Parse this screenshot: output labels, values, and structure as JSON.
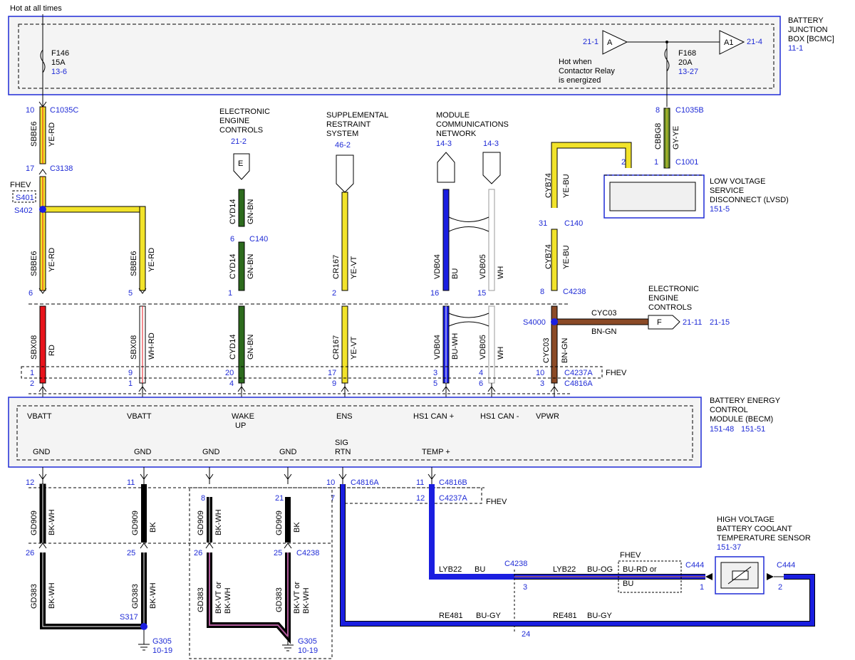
{
  "top_label": "Hot at all times",
  "bjb": {
    "title": [
      "BATTERY",
      "JUNCTION",
      "BOX [BCMC]"
    ],
    "ref": "11-1",
    "fuse1": {
      "name": "F146",
      "rating": "15A",
      "ref": "13-6"
    },
    "fuse2": {
      "name": "F168",
      "rating": "20A",
      "ref": "13-27"
    },
    "conn_a": {
      "left_ref": "21-1",
      "label": "A"
    },
    "conn_a1": {
      "label": "A1",
      "right_ref": "21-4"
    },
    "note": [
      "Hot when",
      "Contactor Relay",
      "is energized"
    ]
  },
  "connectors": {
    "c1035c_pin": "10",
    "c1035c": "C1035C",
    "c3138_pin": "17",
    "c3138": "C3138",
    "c1035b_pin": "8",
    "c1035b": "C1035B",
    "c1001_pin2": "2",
    "c1001_pin1": "1",
    "c1001": "C1001",
    "c140_pin_eec": "6",
    "c140": "C140",
    "c140_pin_31": "31",
    "c140b": "C140",
    "c4238_pin_8": "8",
    "c4238": "C4238",
    "s4000": "S4000",
    "fhev_a": "FHEV",
    "s401": "S401",
    "s402": "S402",
    "c4237a": "C4237A",
    "c4816a": "C4816A",
    "fhev_b": "FHEV",
    "c4816a_b": "C4816A",
    "c4816b": "C4816B",
    "c4237a_b": "C4237A",
    "fhev_c": "FHEV",
    "pin10_bot": "10",
    "pin7_bot": "7",
    "pin11_bot": "11",
    "pin12_bot": "12",
    "c4238_bot": "C4238",
    "c4238_bot_pin3": "3",
    "c444_left": "C444",
    "c444_left_pin": "1",
    "c444_right": "C444",
    "c444_right_pin": "2",
    "pin24": "24",
    "s317": "S317",
    "g305a": "G305",
    "g305a_ref": "10-19",
    "g305b": "G305",
    "g305b_ref": "10-19",
    "c4238_ground": "C4238"
  },
  "modules": {
    "eec_top": {
      "title": [
        "ELECTRONIC",
        "ENGINE",
        "CONTROLS"
      ],
      "ref": "21-2",
      "pin": "E"
    },
    "srs": {
      "title": [
        "SUPPLEMENTAL",
        "RESTRAINT",
        "SYSTEM"
      ],
      "ref": "46-2"
    },
    "mcn": {
      "title": [
        "MODULE",
        "COMMUNICATIONS",
        "NETWORK"
      ],
      "ref1": "14-3",
      "ref2": "14-3"
    },
    "lvsd": {
      "title": [
        "LOW VOLTAGE",
        "SERVICE",
        "DISCONNECT (LVSD)"
      ],
      "ref": "151-5"
    },
    "eec_right": {
      "title": [
        "ELECTRONIC",
        "ENGINE",
        "CONTROLS"
      ],
      "pin": "F",
      "ref1": "21-11",
      "ref2": "21-15"
    },
    "becm": {
      "title": [
        "BATTERY ENERGY",
        "CONTROL",
        "MODULE (BECM)"
      ],
      "ref1": "151-48",
      "ref2": "151-51"
    },
    "sensor": {
      "title": [
        "HIGH VOLTAGE",
        "BATTERY COOLANT",
        "TEMPERATURE SENSOR"
      ],
      "ref": "151-37"
    }
  },
  "becm_pins_top": [
    "VBATT",
    "VBATT",
    "WAKE",
    "UP",
    "ENS",
    "HS1 CAN +",
    "HS1 CAN -",
    "VPWR"
  ],
  "becm_pins_bottom": [
    "GND",
    "GND",
    "GND",
    "GND",
    "SIG",
    "RTN",
    "TEMP +"
  ],
  "wires": {
    "sbbe6_a": "SBBE6",
    "yerd_a": "YE-RD",
    "sbbe6_b": "SBBE6",
    "yerd_b": "YE-RD",
    "sbbe6_c": "SBBE6",
    "yerd_c": "YE-RD",
    "sbx08_a": "SBX08",
    "rd": "RD",
    "sbx08_b": "SBX08",
    "whrd": "WH-RD",
    "cyd14_a": "CYD14",
    "gnbn_a": "GN-BN",
    "cyd14_b": "CYD14",
    "gnbn_b": "GN-BN",
    "cyd14_c": "CYD14",
    "gnbn_c": "GN-BN",
    "cr167_a": "CR167",
    "yevt_a": "YE-VT",
    "cr167_b": "CR167",
    "yevt_b": "YE-VT",
    "vdb04_a": "VDB04",
    "bu": "BU",
    "vdb04_b": "VDB04",
    "buwh": "BU-WH",
    "vdb05_a": "VDB05",
    "wh_a": "WH",
    "vdb05_b": "VDB05",
    "wh_b": "WH",
    "cyb74_a": "CYB74",
    "yebu_a": "YE-BU",
    "cyb74_b": "CYB74",
    "yebu_b": "YE-BU",
    "cyc03_a": "CYC03",
    "bngn_a": "BN-GN",
    "cyc03_b": "CYC03",
    "bngn_b": "BN-GN",
    "cbbg8": "CBBG8",
    "gyye": "GY-YE",
    "gd909_a": "GD909",
    "bkwh_a": "BK-WH",
    "gd909_b": "GD909",
    "bk_b": "BK",
    "gd909_c": "GD909",
    "bkwh_c": "BK-WH",
    "gd909_d": "GD909",
    "bk_d": "BK",
    "gd383_a": "GD383",
    "bkwh_e": "BK-WH",
    "gd383_b": "GD383",
    "bkwh_f": "BK-WH",
    "gd383_c": "GD383",
    "bkvt_c1": "BK-VT or",
    "bkvt_c2": "BK-WH",
    "gd383_d": "GD383",
    "bkvt_d1": "BK-VT or",
    "bkvt_d2": "BK-WH",
    "lyb22_a": "LYB22",
    "bu_a": "BU",
    "lyb22_b": "LYB22",
    "buog": "BU-OG",
    "fhev_d": "FHEV",
    "burd": "BU-RD or",
    "bu_c": "BU",
    "re481_a": "RE481",
    "bugy_a": "BU-GY",
    "re481_b": "RE481",
    "bugy_b": "BU-GY"
  },
  "pins": {
    "p6": "6",
    "p5": "5",
    "p1_cyd": "1",
    "p2_cr": "2",
    "p16": "16",
    "p15": "15",
    "r1": "1",
    "r9": "9",
    "r20": "20",
    "r17": "17",
    "r3": "3",
    "r4": "4",
    "r10": "10",
    "b2": "2",
    "b1": "1",
    "b4": "4",
    "b9": "9",
    "b5": "5",
    "b6": "6",
    "b3": "3",
    "g12": "12",
    "g11": "11",
    "g8": "8",
    "g21": "21",
    "g26a": "26",
    "g25a": "25",
    "g26b": "26",
    "g25b": "25"
  },
  "colors": {
    "ye": "#f2e32a",
    "rd": "#e8141c",
    "gn": "#2d6b1d",
    "bu": "#1a1ee0",
    "bn": "#8b4a26",
    "bk": "#000000",
    "blue_text": "#1f2bd6"
  }
}
